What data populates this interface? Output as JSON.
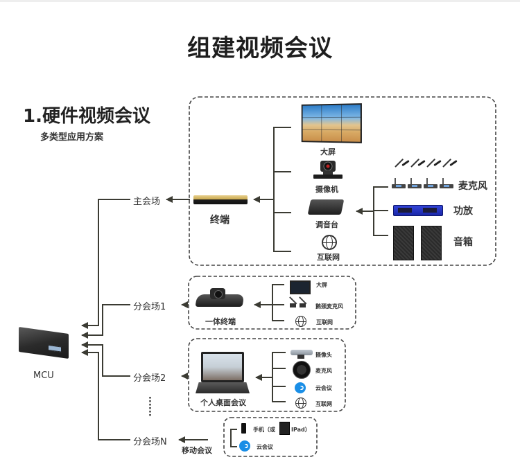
{
  "page": {
    "title": "组建视频会议"
  },
  "section": {
    "title": "1.硬件视频会议",
    "subtitle": "多类型应用方案"
  },
  "mcu": {
    "label": "MCU"
  },
  "main_site": {
    "label": "主会场",
    "terminal_label": "终端",
    "devices": [
      {
        "label": "大屏",
        "icon": "video-wall-icon"
      },
      {
        "label": "摄像机",
        "icon": "ptz-camera-icon"
      },
      {
        "label": "调音台",
        "icon": "mixer-icon"
      },
      {
        "label": "互联网",
        "icon": "globe-icon"
      }
    ],
    "audio_devices": [
      {
        "label": "麦克风",
        "icon": "microphone-icon"
      },
      {
        "label": "功放",
        "icon": "amplifier-icon"
      },
      {
        "label": "音箱",
        "icon": "speaker-icon"
      }
    ]
  },
  "branch_1": {
    "label": "分会场1",
    "terminal_label": "一体终端",
    "devices": [
      {
        "label": "大屏",
        "icon": "screen-icon"
      },
      {
        "label": "鹅颈麦克风",
        "icon": "gooseneck-mic-icon"
      },
      {
        "label": "互联网",
        "icon": "globe-icon"
      }
    ]
  },
  "branch_2": {
    "label": "分会场2",
    "terminal_label": "个人桌面会议",
    "devices": [
      {
        "label": "摄像头",
        "icon": "webcam-icon"
      },
      {
        "label": "麦克风",
        "icon": "speakerphone-icon"
      },
      {
        "label": "云会议",
        "icon": "cloud-meeting-icon"
      },
      {
        "label": "互联网",
        "icon": "globe-icon"
      }
    ]
  },
  "ellipsis": "⋮",
  "branch_n": {
    "label": "分会场N",
    "terminal_label": "移动会议",
    "devices": [
      {
        "label": "手机（或",
        "icon": "phone-icon"
      },
      {
        "label": "IPad）",
        "icon": "tablet-icon"
      },
      {
        "label": "云会议",
        "icon": "cloud-meeting-icon"
      }
    ]
  },
  "colors": {
    "line": "#3b3b33",
    "dash": "#444444",
    "text": "#2b2b2b"
  }
}
